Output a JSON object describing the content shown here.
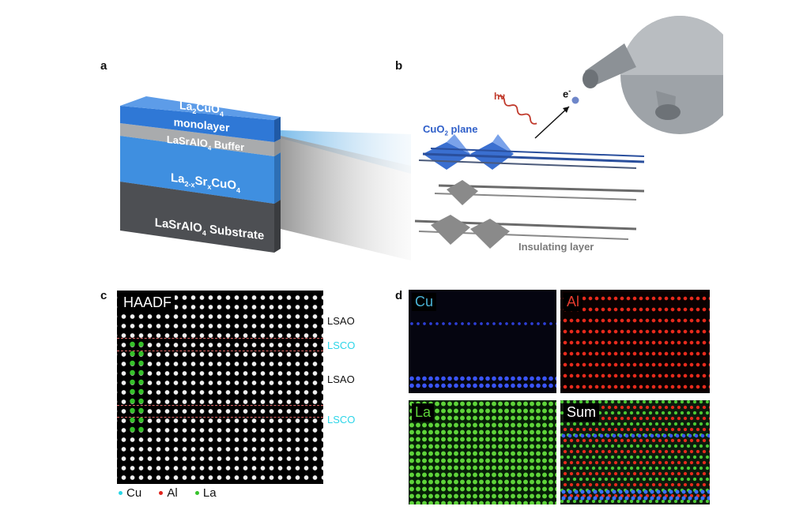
{
  "panels": {
    "a": "a",
    "b": "b",
    "c": "c",
    "d": "d"
  },
  "panel_a": {
    "layer_monolayer": {
      "formula_main": "La",
      "sub1": "2",
      "mid": "CuO",
      "sub2": "4",
      "line2": "monolayer"
    },
    "layer_buffer": {
      "pre": "LaSrAlO",
      "sub": "4",
      "post": " Buffer"
    },
    "layer_lsco": {
      "p1": "La",
      "s1": "2-x",
      "p2": "Sr",
      "s2": "x",
      "p3": "CuO",
      "s3": "4"
    },
    "layer_substrate": {
      "pre": "LaSrAlO",
      "sub": "4",
      "post": " Substrate"
    }
  },
  "panel_b": {
    "photon_label": "hν",
    "electron_label": "e",
    "electron_sup": "-",
    "cuo2_pre": "CuO",
    "cuo2_sub": "2",
    "cuo2_post": " plane",
    "insulating_label": "Insulating layer"
  },
  "panel_c": {
    "title": "HAADF",
    "labels": [
      "LSAO",
      "LSCO",
      "LSAO",
      "LSCO"
    ],
    "legend": [
      {
        "name": "Cu",
        "color": "#27d6e6"
      },
      {
        "name": "Al",
        "color": "#e0231c"
      },
      {
        "name": "La",
        "color": "#37c22b"
      }
    ]
  },
  "panel_d": {
    "maps": [
      {
        "title": "Cu",
        "color": "#4ab3d6"
      },
      {
        "title": "Al",
        "color": "#e63a2e"
      },
      {
        "title": "La",
        "color": "#5ed43a"
      },
      {
        "title": "Sum",
        "color": "#ffffff"
      }
    ]
  }
}
